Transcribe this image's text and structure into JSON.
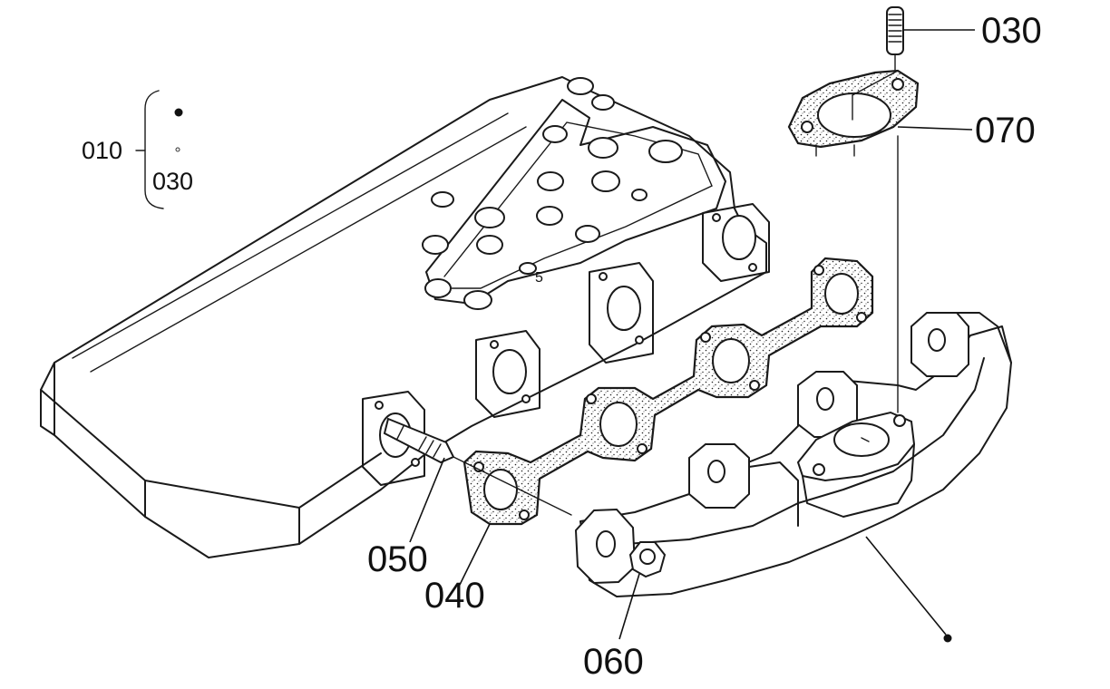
{
  "labels": {
    "top_right_030": "030",
    "gasket_070": "070",
    "legend_010": "010",
    "legend_030": "030",
    "stud_050": "050",
    "gasket_040": "040",
    "nut_060": "060",
    "head_mark_5": "5"
  },
  "colors": {
    "line": "#1a1a1a",
    "background": "#ffffff"
  }
}
